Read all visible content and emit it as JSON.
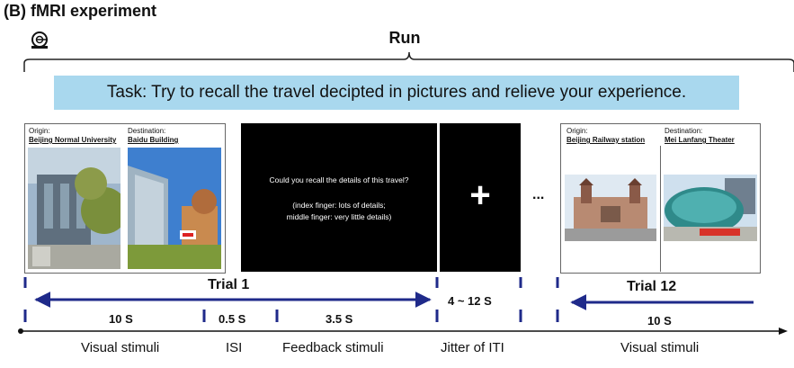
{
  "header": {
    "title": "(B) fMRI experiment",
    "run_label": "Run"
  },
  "task_text": "Task: Try to recall the travel decipted in pictures and relieve your experience.",
  "trial1_stimulus": {
    "origin_label": "Origin:",
    "origin_name": "Beijing Normal University",
    "destination_label": "Destination:",
    "destination_name": "Baidu Building"
  },
  "feedback_screen": {
    "question": "Could you recall the details of this travel?",
    "option1": "(index finger: lots of details;",
    "option2": "middle finger: very little details)"
  },
  "fixation": "+",
  "ellipsis": "...",
  "trial12_stimulus": {
    "origin_label": "Origin:",
    "origin_name": "Beijing Railway station",
    "destination_label": "Destination:",
    "destination_name": "Mei Lanfang Theater"
  },
  "timeline": {
    "trial1_label": "Trial 1",
    "jitter_duration": "4 ~ 12 S",
    "trial12_label": "Trial 12",
    "durations": [
      "10 S",
      "0.5 S",
      "3.5 S"
    ],
    "trial12_duration": "10 S",
    "phases": [
      "Visual stimuli",
      "ISI",
      "Feedback stimuli",
      "Jitter of ITI",
      "Visual stimuli"
    ]
  },
  "colors": {
    "task_bg": "#a9d8ee",
    "arrow": "#1f2a8a",
    "screen": "#000000"
  }
}
